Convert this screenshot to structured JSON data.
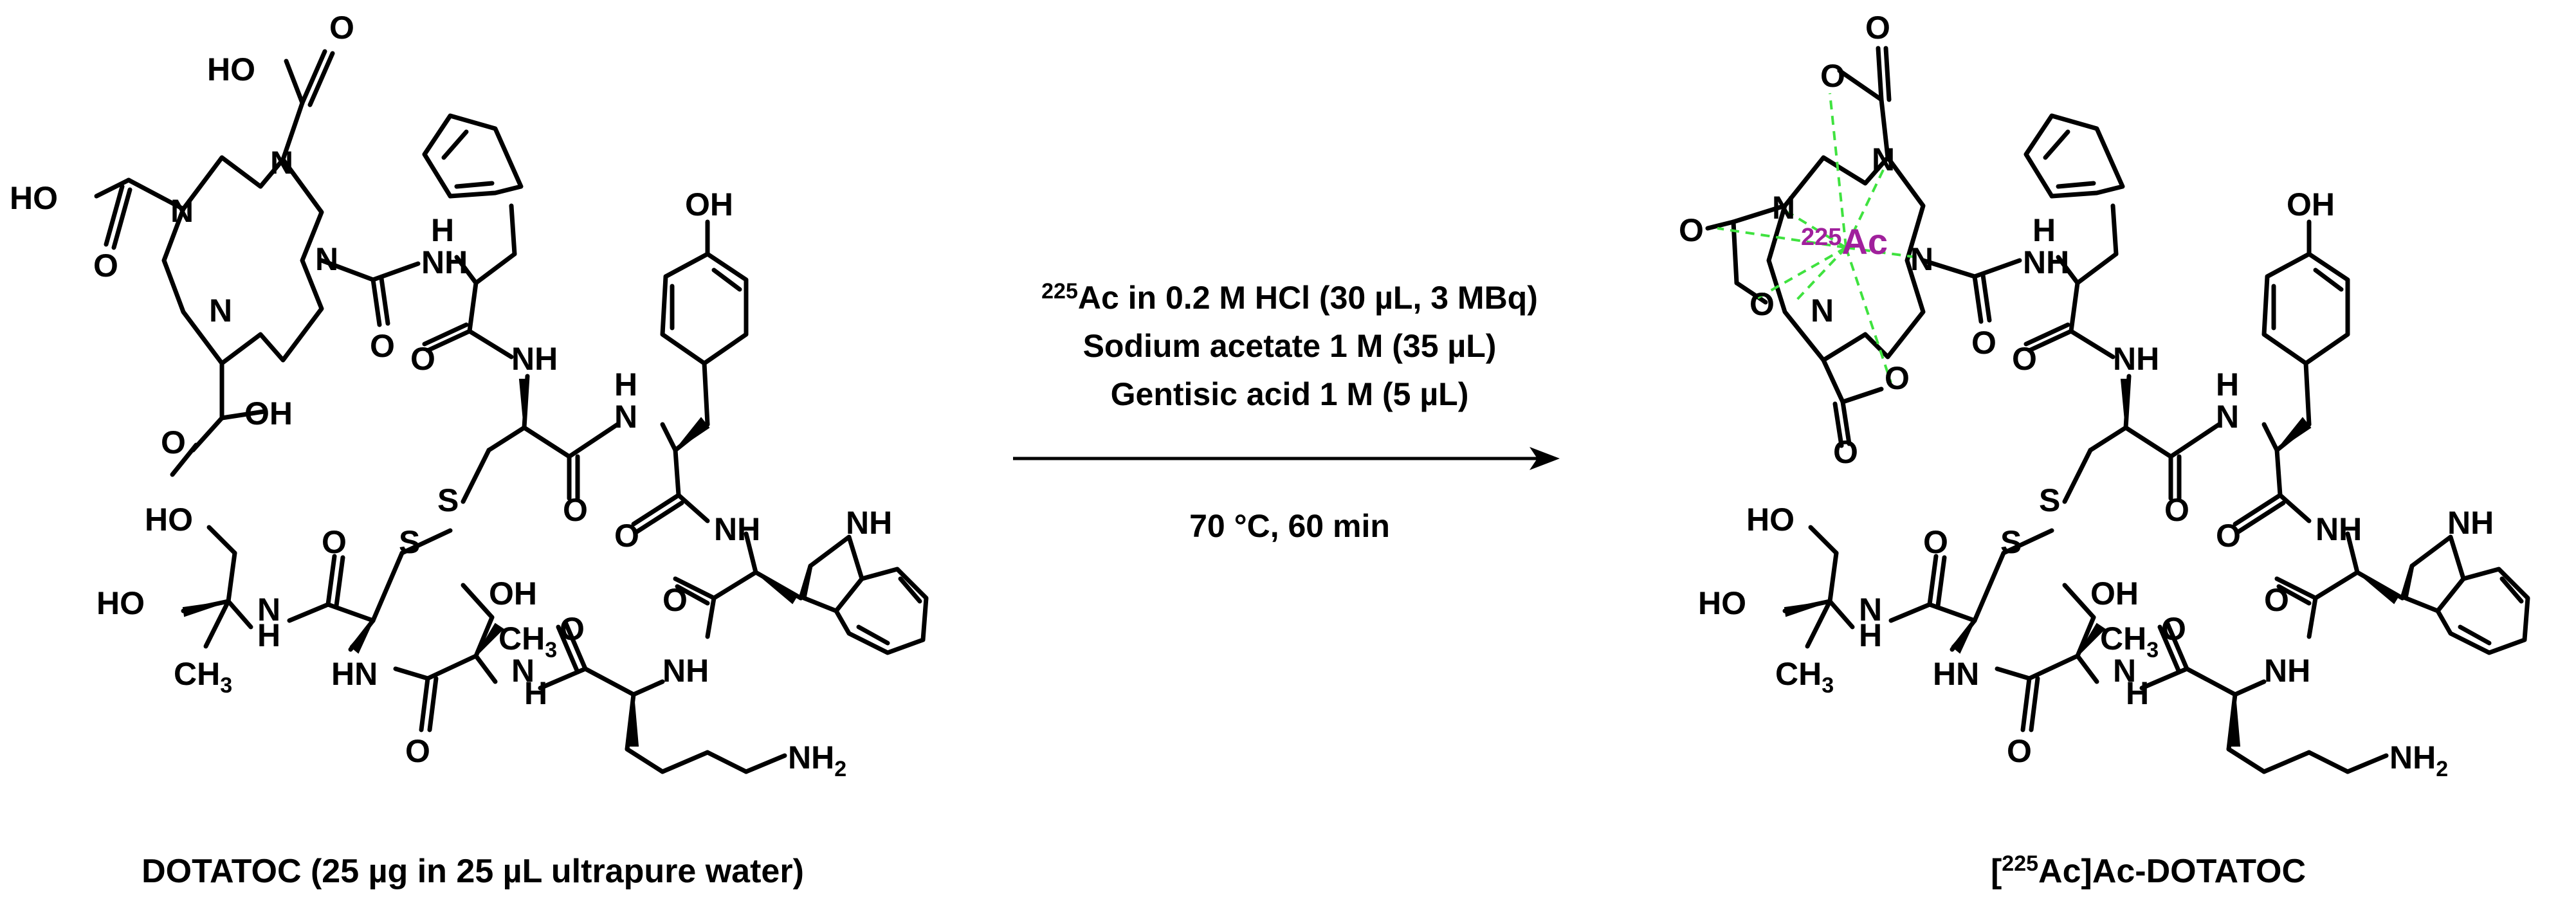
{
  "reactant": {
    "name": "DOTATOC",
    "caption": "DOTATOC  (25 µg in 25 µL ultrapure water)"
  },
  "conditions": {
    "line1_sup": "225",
    "line1_rest": "Ac in 0.2 M HCl (30 µL, 3 MBq)",
    "line2": "Sodium acetate 1 M (35 µL)",
    "line3": "Gentisic acid 1 M (5 µL)",
    "line4": "70 °C, 60 min"
  },
  "product": {
    "caption_open": "[",
    "caption_sup": "225",
    "caption_rest": "Ac]Ac-DOTATOC",
    "metal_sup": "225",
    "metal_symbol": "Ac"
  },
  "atom_labels": {
    "HO": "HO",
    "OH": "OH",
    "O": "O",
    "N": "N",
    "H": "H",
    "NH": "NH",
    "HN": "HN",
    "S": "S",
    "CH": "CH",
    "sub3": "3",
    "NH2": "NH",
    "sub2": "2"
  },
  "colors": {
    "bond": "#000000",
    "metal": "#a0209c",
    "coordination": "#3fe23f"
  }
}
